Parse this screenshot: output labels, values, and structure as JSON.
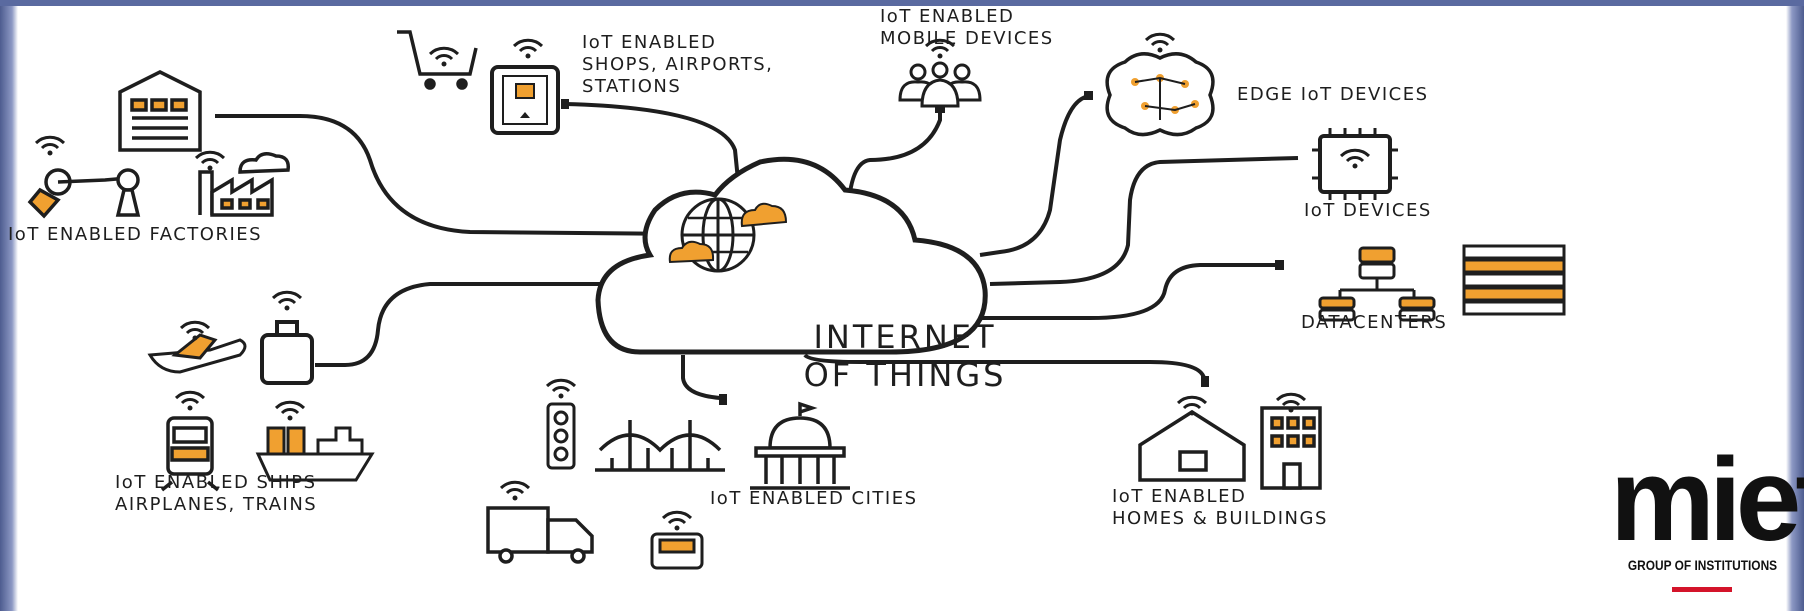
{
  "colors": {
    "stroke": "#1e1e1e",
    "accent": "#f0a030",
    "logo_red": "#d4142a",
    "border": "#5a6aa0"
  },
  "center": {
    "label_line1": "INTERNET",
    "label_line2": "OF THINGS"
  },
  "nodes": {
    "shops": {
      "line1": "IoT ENABLED",
      "line2": "SHOPS, AIRPORTS,",
      "line3": "STATIONS"
    },
    "mobile": {
      "line1": "IoT ENABLED",
      "line2": "MOBILE DEVICES"
    },
    "edge": {
      "label": "EDGE IoT DEVICES"
    },
    "iot_devices": {
      "label": "IoT DEVICES"
    },
    "datacenters": {
      "label": "DATACENTERS"
    },
    "factories": {
      "label": "IoT ENABLED FACTORIES"
    },
    "ships": {
      "line1": "IoT ENABLED SHIPS",
      "line2": "AIRPLANES, TRAINS"
    },
    "cities": {
      "label": "IoT ENABLED CITIES"
    },
    "homes": {
      "line1": "IoT ENABLED",
      "line2": "HOMES & BUILDINGS"
    }
  },
  "logo": {
    "mark": "miet",
    "subtitle": "GROUP OF INSTITUTIONS"
  },
  "icons": [
    "shopping-cart-icon",
    "smartphone-icon",
    "people-group-icon",
    "brain-chip-icon",
    "cpu-chip-icon",
    "database-icon",
    "server-rack-icon",
    "warehouse-icon",
    "robot-arm-icon",
    "factory-icon",
    "globe-cloud-icon",
    "airplane-icon",
    "luggage-icon",
    "train-icon",
    "ship-icon",
    "traffic-light-icon",
    "bridge-icon",
    "capitol-building-icon",
    "truck-icon",
    "car-icon",
    "house-icon",
    "office-building-icon",
    "wifi-icon"
  ]
}
